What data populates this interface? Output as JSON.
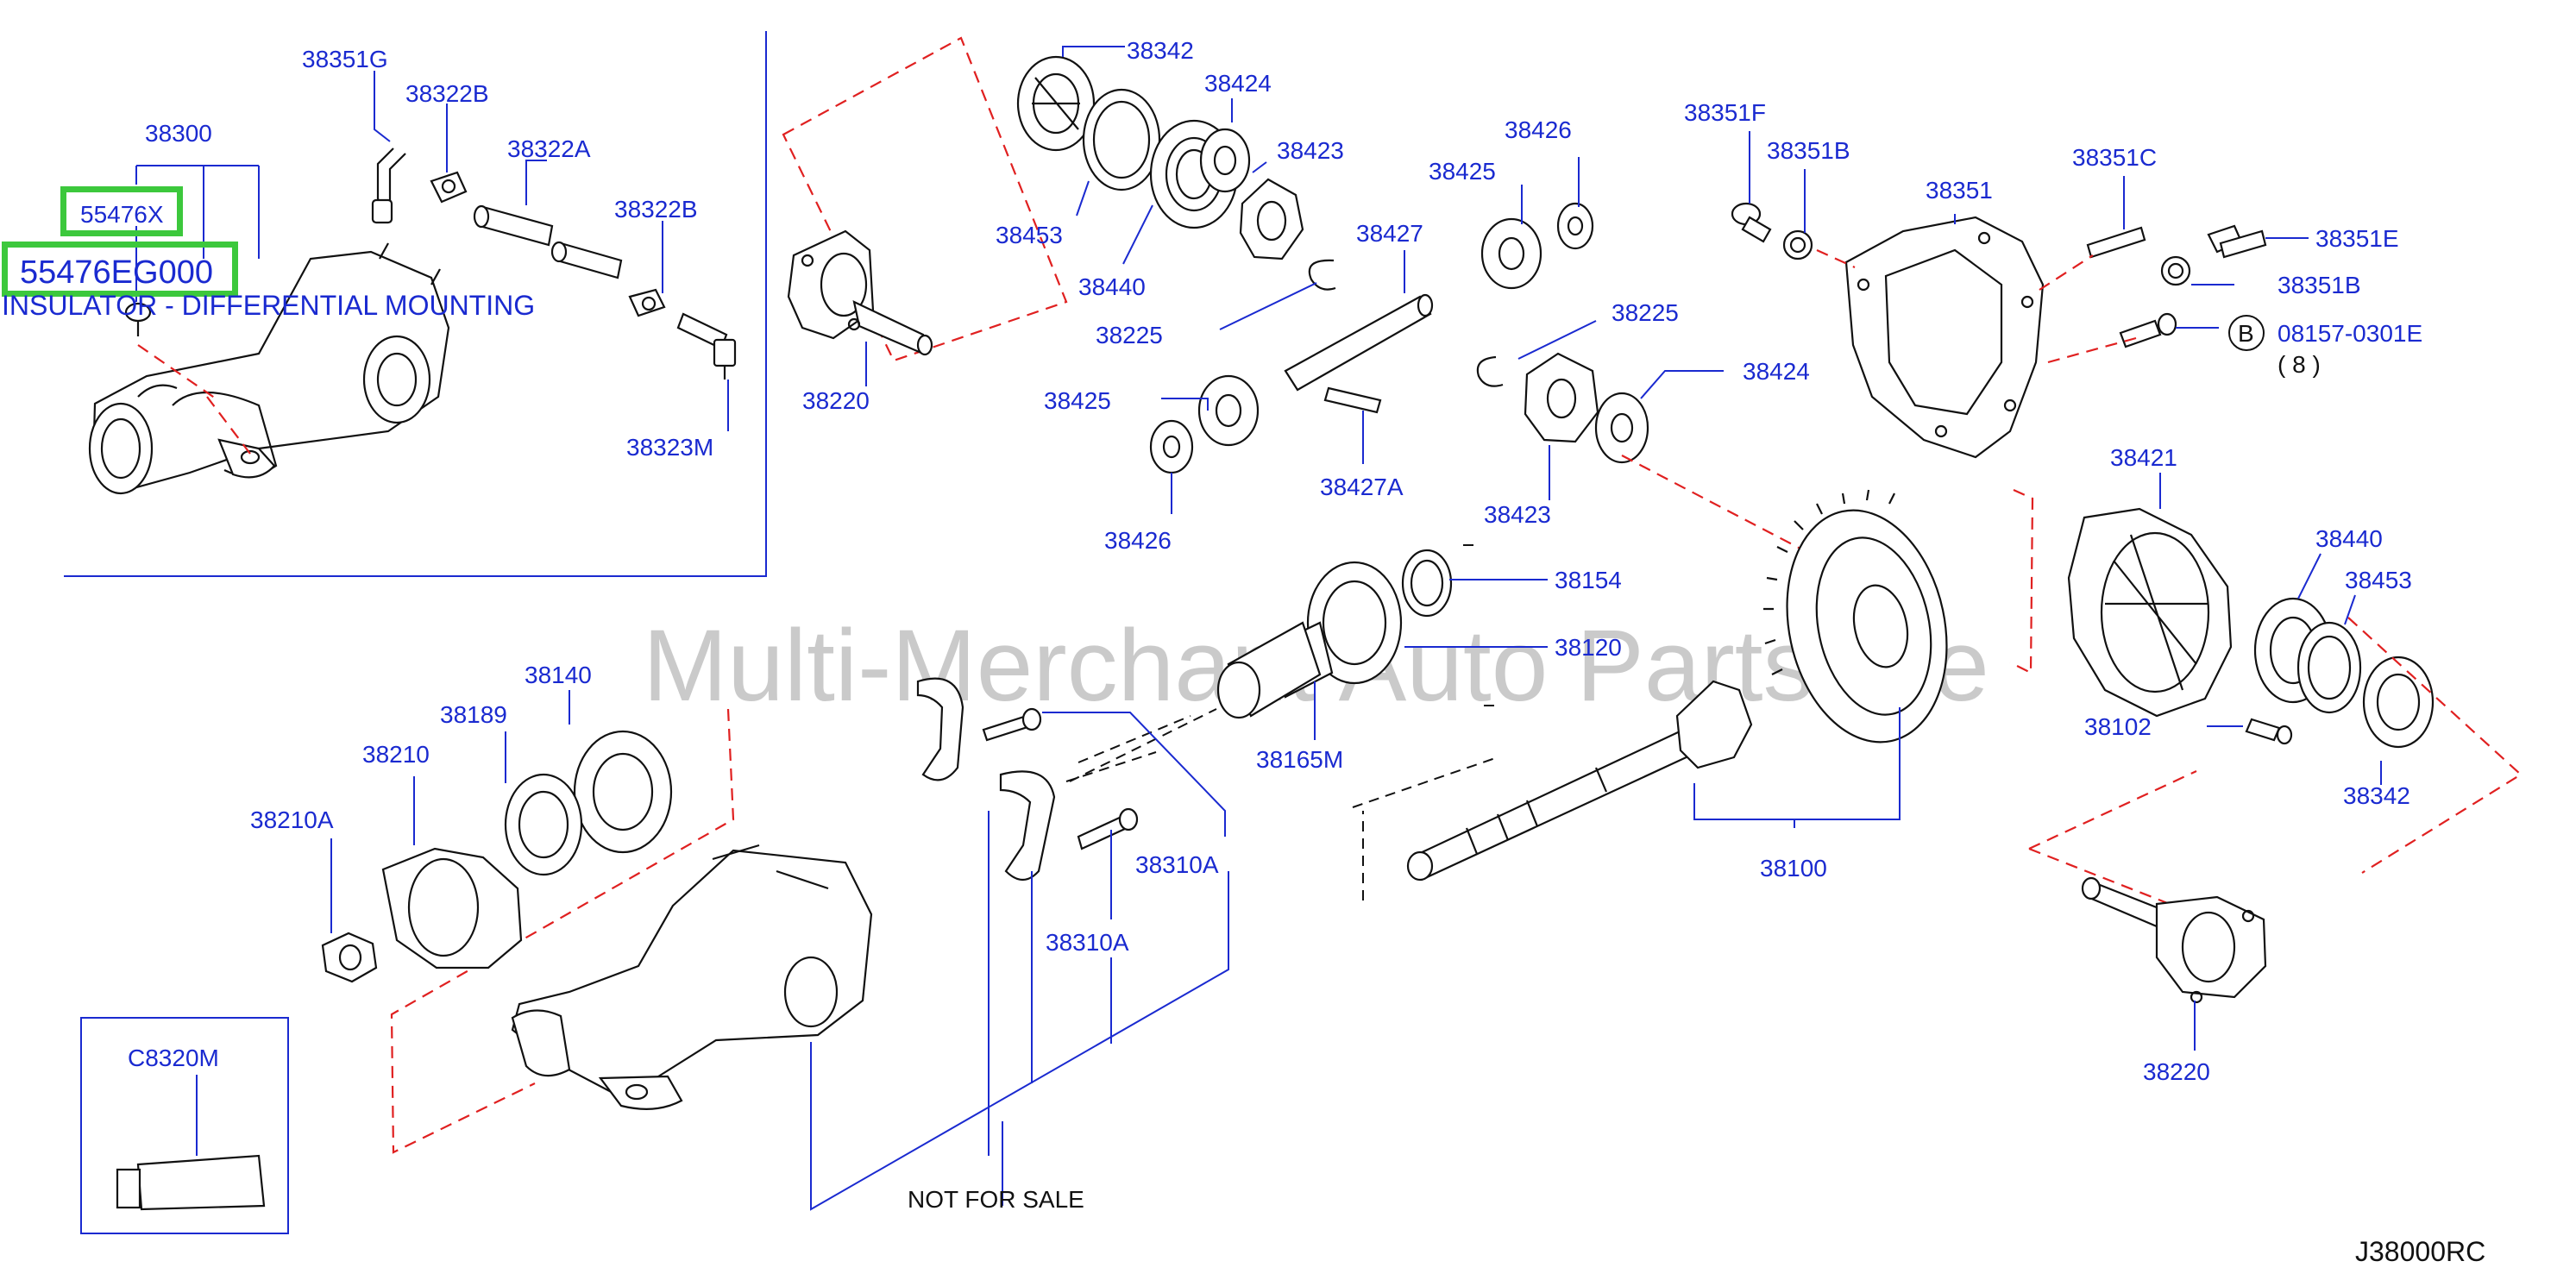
{
  "diagram": {
    "code": "J38000RC",
    "watermark": "Multi-Merchant Auto Partstore",
    "not_for_sale": "NOT   FOR   SALE",
    "labels": {
      "p38351G": "38351G",
      "p38322B_a": "38322B",
      "p38300": "38300",
      "p38322A": "38322A",
      "p38322B_b": "38322B",
      "p38323M": "38323M",
      "p38342_a": "38342",
      "p38424_a": "38424",
      "p38423_a": "38423",
      "p38453_a": "38453",
      "p38440_a": "38440",
      "p38225_a": "38225",
      "p38220_a": "38220",
      "p38425_a": "38425",
      "p38426_a": "38426",
      "p38427": "38427",
      "p38427A": "38427A",
      "p38426_b": "38426",
      "p38425_b": "38425",
      "p38225_b": "38225",
      "p38424_b": "38424",
      "p38423_b": "38423",
      "p38351F": "38351F",
      "p38351B_a": "38351B",
      "p38351": "38351",
      "p38351C": "38351C",
      "p38351E": "38351E",
      "p38351B_b": "38351B",
      "bolt_code": "08157-0301E",
      "bolt_qty": "( 8 )",
      "bolt_badge": "B",
      "p38154": "38154",
      "p38120": "38120",
      "p38165M": "38165M",
      "p38421": "38421",
      "p38440_b": "38440",
      "p38453_b": "38453",
      "p38102": "38102",
      "p38342_b": "38342",
      "p38100": "38100",
      "p38220_b": "38220",
      "p38140": "38140",
      "p38189": "38189",
      "p38210": "38210",
      "p38210A": "38210A",
      "p38310A_a": "38310A",
      "p38310A_b": "38310A",
      "pC8320M": "C8320M"
    },
    "highlight": {
      "part_a": "55476X",
      "part_b": "55476EG000",
      "description": "INSULATOR - DIFFERENTIAL MOUNTING",
      "color": "#3cc83c"
    },
    "colors": {
      "label": "#1a2ad0",
      "dashed_group": "#e02020",
      "line_art": "#111111"
    }
  }
}
